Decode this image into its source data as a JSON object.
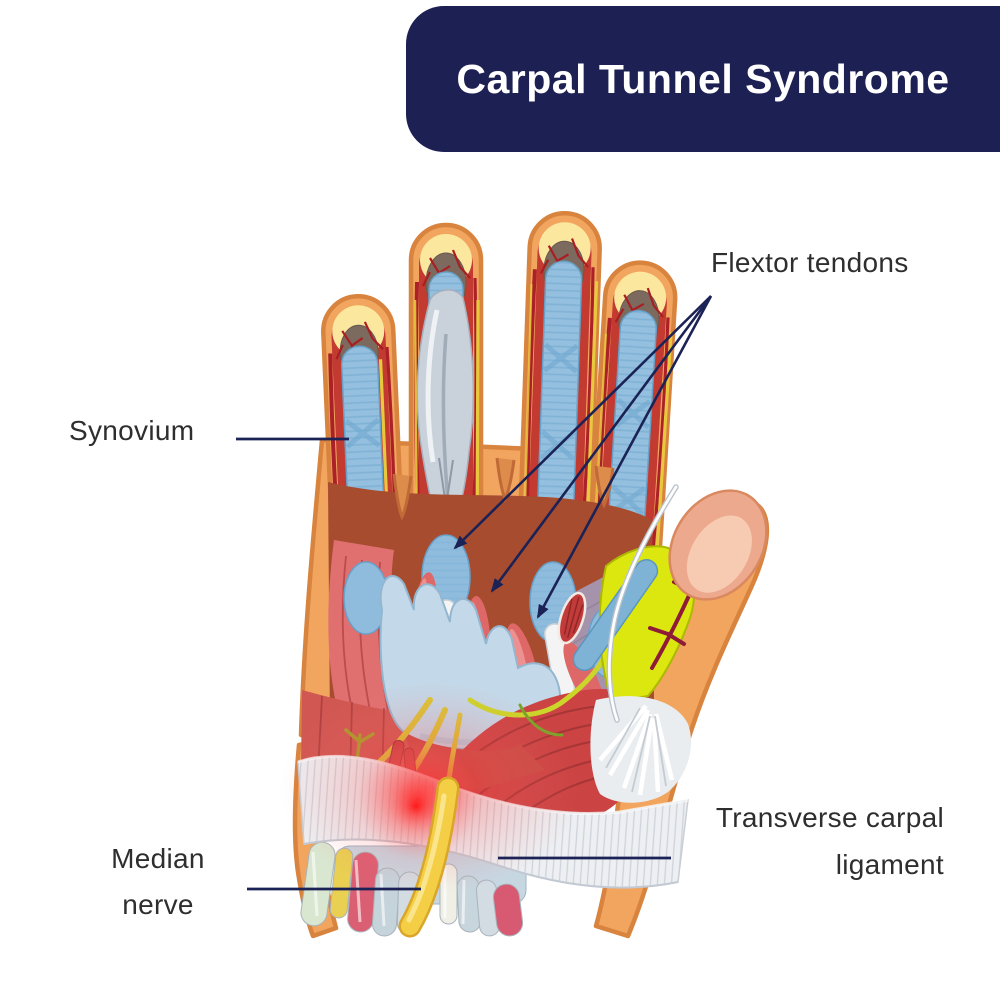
{
  "header": {
    "title": "Carpal Tunnel Syndrome"
  },
  "labels": {
    "flexor_tendons": "Flextor tendons",
    "synovium": "Synovium",
    "median_nerve": "Median nerve",
    "transverse_carpal_ligament": "Transverse carpal ligament"
  },
  "theme": {
    "banner_bg": "#1C2052",
    "banner_text": "#FFFFFF",
    "label_text": "#2E2E2E",
    "leader_line": "#1B2256",
    "background": "#FFFFFF",
    "skin": "#F1A55F",
    "skin_outline": "#D8843E",
    "muscle_red": "#C84040",
    "tendon_sheath_blue": "#94BFDE",
    "tendon_white": "#F4F4F4",
    "nerve_yellow": "#E8C93E",
    "ligament_white": "#EDEFF2",
    "inflammation_red": "#FF1616",
    "thumb_skin": "#EDA98D"
  }
}
